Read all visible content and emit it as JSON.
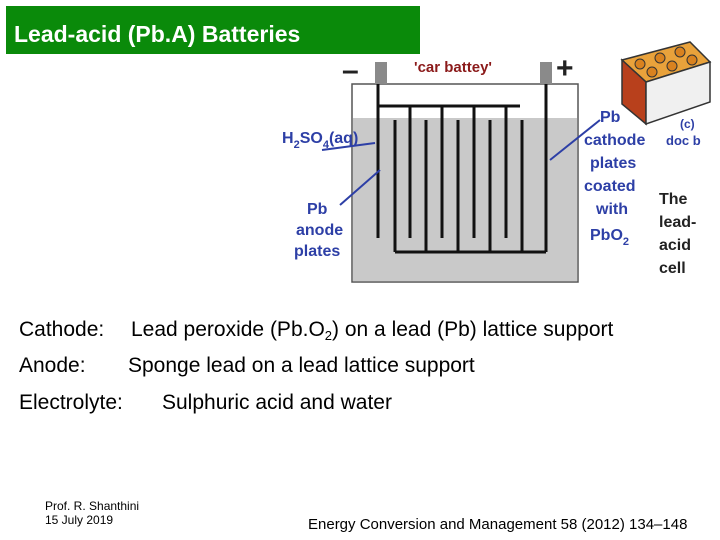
{
  "slide": {
    "title": "Lead-acid (Pb.A) Batteries"
  },
  "diagram": {
    "minus_sign": "–",
    "plus_sign": "+",
    "car_battery_label": "'car battey'",
    "electrolyte_label": {
      "h": "H",
      "sub2": "2",
      "so": "SO",
      "sub4": "4",
      "aq": "(aq)"
    },
    "anode_label": [
      "Pb",
      "anode",
      "plates"
    ],
    "cathode_label": [
      "Pb",
      "cathode",
      "plates",
      "coated",
      "with"
    ],
    "cathode_formula": {
      "pbo": "PbO",
      "sub": "2"
    },
    "cell_label": [
      "The",
      "lead-",
      "acid",
      "cell"
    ],
    "figure_tag": "(c)",
    "credit": "doc b"
  },
  "content": {
    "cathode": {
      "label": "Cathode:",
      "text_before": "Lead peroxide (Pb.O",
      "sub": "2",
      "text_after": ") on a  lead (Pb) lattice support"
    },
    "anode": {
      "label": "Anode:",
      "text": "Sponge lead on a lead lattice support"
    },
    "electrolyte": {
      "label": "Electrolyte:",
      "text": "Sulphuric acid and water"
    }
  },
  "footer": {
    "author": "Prof. R. Shanthini",
    "date": "15 July 2019",
    "reference": "Energy Conversion and Management 58 (2012) 134–148"
  }
}
